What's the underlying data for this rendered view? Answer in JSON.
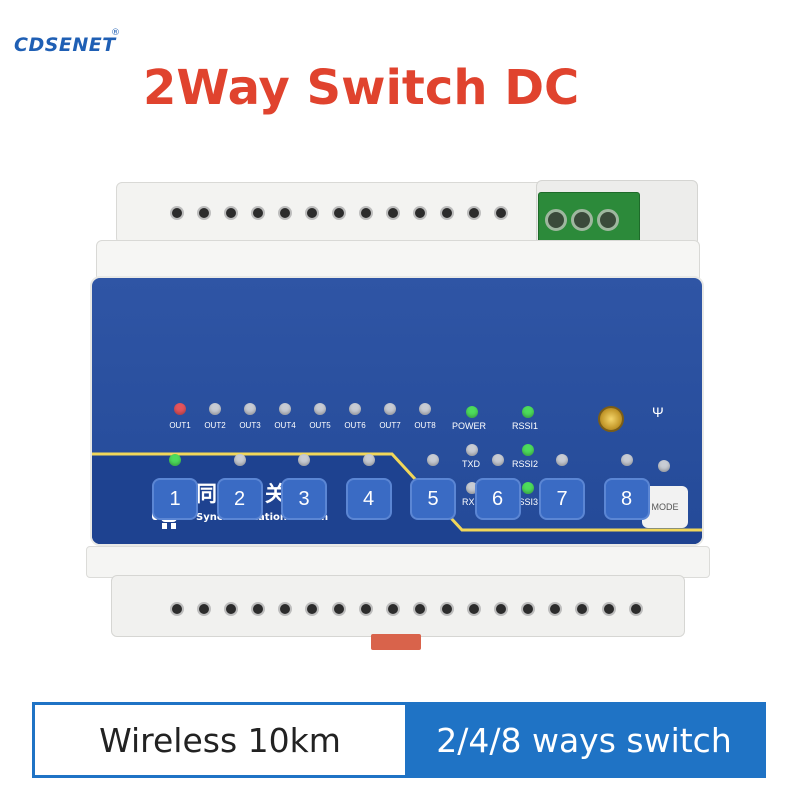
{
  "brand": {
    "name": "CDSENET",
    "mark": "®"
  },
  "title": "2Way Switch DC",
  "device": {
    "out_labels": [
      "OUT1",
      "OUT2",
      "OUT3",
      "OUT4",
      "OUT5",
      "OUT6",
      "OUT7",
      "OUT8"
    ],
    "status_labels": {
      "power": "POWER",
      "txd": "TXD",
      "rxd": "RXD",
      "rssi1": "RSSI1",
      "rssi2": "RSSI2",
      "rssi3": "RSSI3"
    },
    "mode_label": "MODE",
    "panel_title_cn": "同步开关",
    "panel_title_en": "Synchronization Switch",
    "buttons": [
      "1",
      "2",
      "3",
      "4",
      "5",
      "6",
      "7",
      "8"
    ],
    "led_colors": {
      "on_green": "#4ddc5c",
      "on_red": "#e4545c",
      "off": "#c8ccd4"
    }
  },
  "banner": {
    "left": "Wireless 10km",
    "right": "2/4/8 ways switch",
    "accent": "#1f73c5"
  }
}
